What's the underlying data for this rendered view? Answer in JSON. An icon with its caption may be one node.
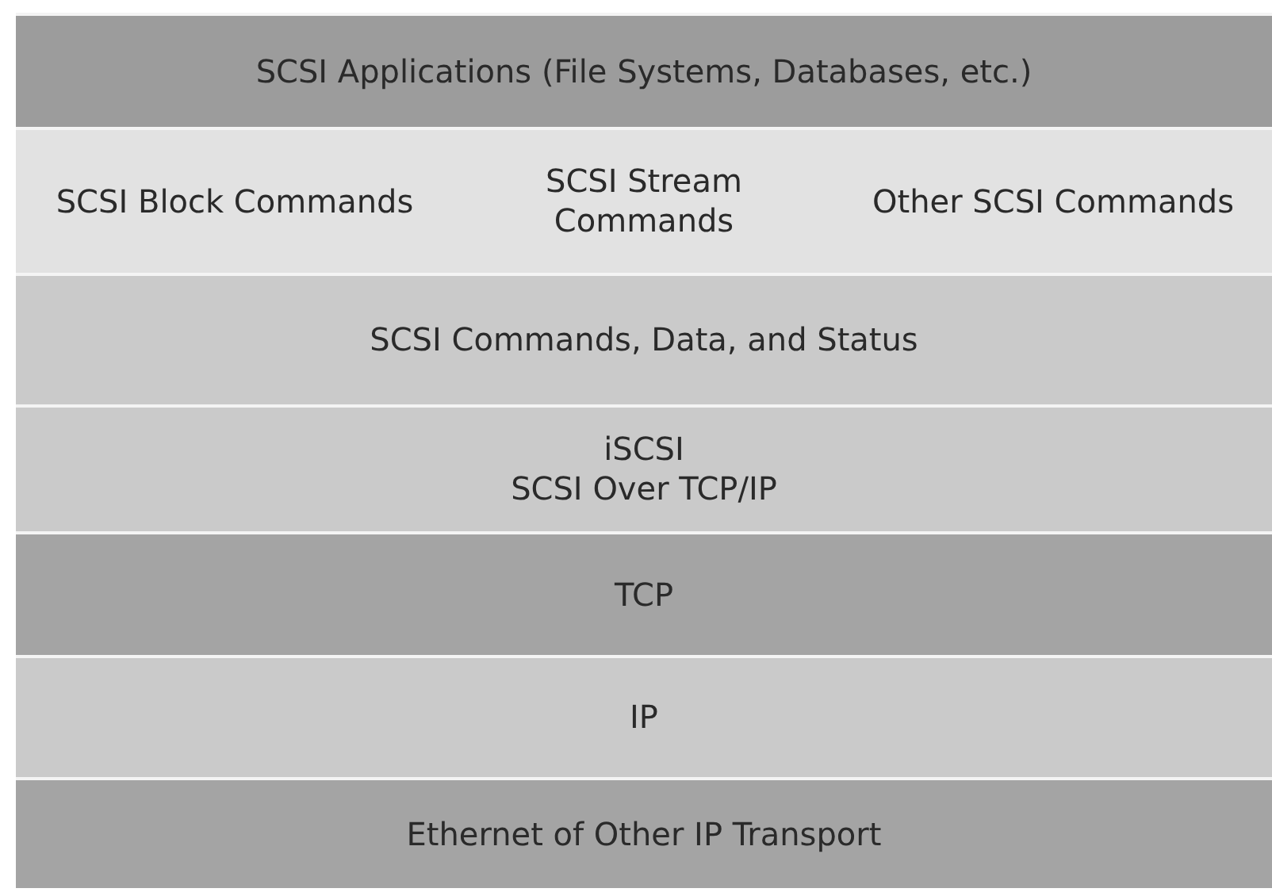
{
  "diagram": {
    "nodes": [
      {
        "text": [
          "SCSI Applications (File Systems, Databases, etc.)"
        ]
      },
      {
        "text": [
          "SCSI Block Commands",
          "SCSI Stream Commands",
          "Other SCSI Commands"
        ]
      },
      {
        "text": [
          "SCSI Commands, Data, and Status"
        ]
      },
      {
        "text": [
          "iSCSI",
          "SCSI Over TCP/IP"
        ]
      },
      {
        "text": [
          "TCP"
        ]
      },
      {
        "text": [
          "IP"
        ]
      },
      {
        "text": [
          "Ethernet of Other IP Transport"
        ]
      }
    ]
  }
}
